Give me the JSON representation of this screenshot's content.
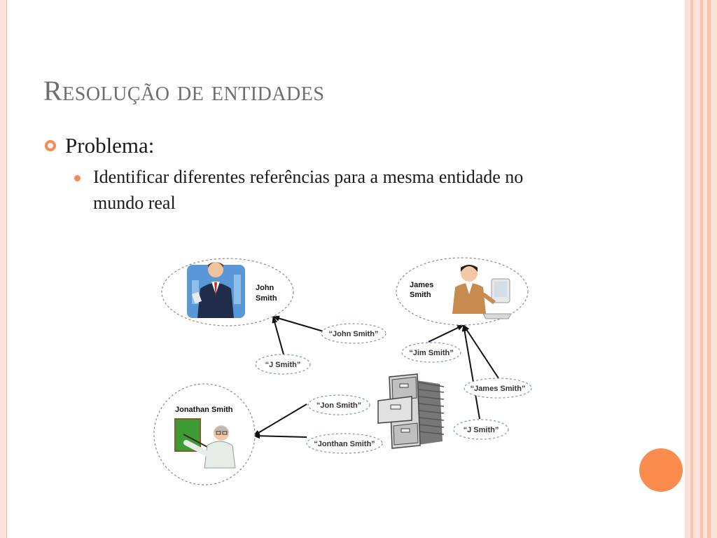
{
  "slide": {
    "title": "Resolução de entidades",
    "bullet_level1": "Problema:",
    "bullet_level2": "Identificar diferentes referências para a mesma entidade no mundo real"
  },
  "diagram": {
    "entities": {
      "john": [
        "John",
        "Smith"
      ],
      "james": [
        "James",
        "Smith"
      ],
      "jonathan": "Jonathan Smith"
    },
    "references": {
      "john_smith": "“John Smith”",
      "j_smith_1": "“J Smith”",
      "jim_smith": "“Jim Smith”",
      "james_smith": "“James Smith”",
      "j_smith_2": "“J Smith”",
      "jon_smith": "“Jon Smith”",
      "jonthan_smith": "“Jonthan Smith”"
    }
  },
  "colors": {
    "accent": "#fb8c4d",
    "title": "#6e6e6e",
    "bullet": "#f58a54",
    "stripe": "#fcd7c8"
  }
}
